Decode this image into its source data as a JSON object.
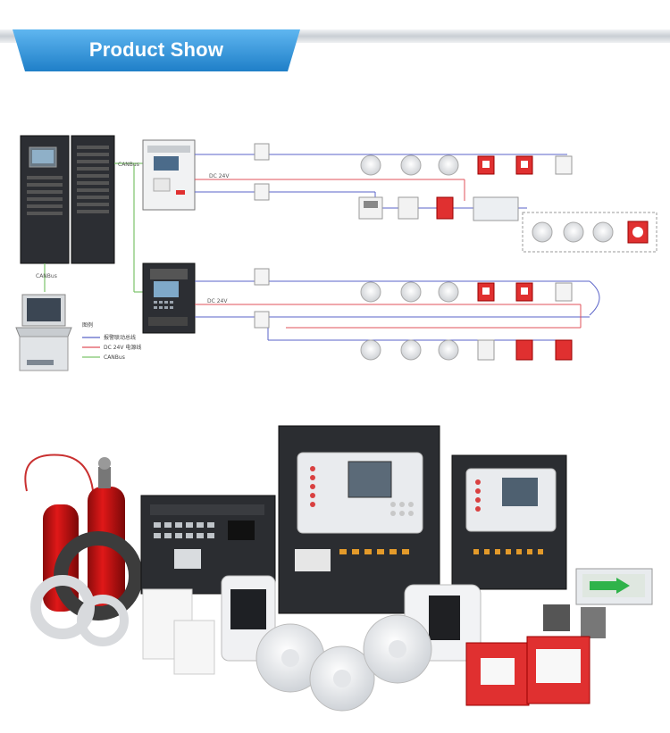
{
  "banner": {
    "title": "Product Show"
  },
  "diagram": {
    "bus_top_label": "CANBus",
    "bus_bottom_label": "CANBus",
    "power_label_top": "DC 24V",
    "power_label_bottom": "DC 24V",
    "legend": {
      "title": "图例",
      "items": [
        {
          "label": "报警联动总线",
          "color": "#5a63c8"
        },
        {
          "label": "DC 24V 电源线",
          "color": "#e0505a"
        },
        {
          "label": "CANBus",
          "color": "#7cc36a"
        }
      ]
    }
  },
  "colors": {
    "banner_blue": "#2a8fd6",
    "alarm_red": "#e03030",
    "cabinet_dark": "#2c2e33"
  }
}
